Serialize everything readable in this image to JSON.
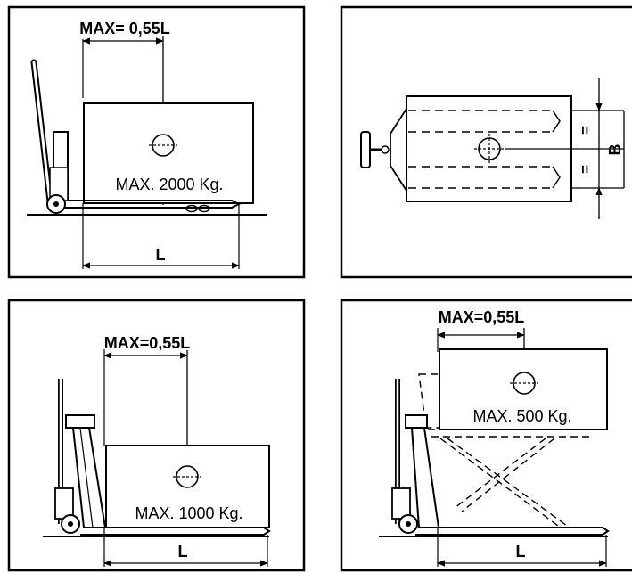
{
  "panels": {
    "top_left": {
      "dimension": "MAX= 0,55L",
      "capacity": "MAX. 2000 Kg.",
      "length": "L"
    },
    "top_right": {
      "equal_top": "=",
      "equal_bottom": "=",
      "width": "B"
    },
    "bottom_left": {
      "dimension": "MAX=0,55L",
      "capacity": "MAX. 1000 Kg.",
      "length": "L"
    },
    "bottom_right": {
      "dimension": "MAX=0,55L",
      "capacity": "MAX. 500 Kg.",
      "length": "L"
    }
  }
}
